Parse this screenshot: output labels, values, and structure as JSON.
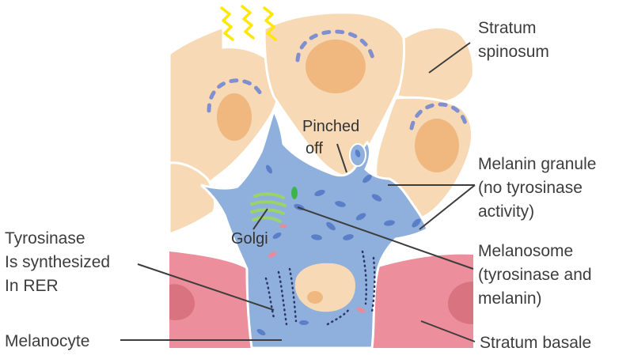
{
  "labels": {
    "stratum_spinosum": [
      "Stratum",
      "spinosum"
    ],
    "pinched_off": [
      "Pinched",
      "off"
    ],
    "melanin_granule": [
      "Melanin granule",
      "(no tyrosinase",
      "activity)"
    ],
    "golgi": [
      "Golgi"
    ],
    "tyrosinase": [
      "Tyrosinase",
      "Is synthesized",
      "In RER"
    ],
    "melanosome": [
      "Melanosome",
      "(tyrosinase and",
      "melanin)"
    ],
    "melanocyte": [
      "Melanocyte"
    ],
    "stratum_basale": [
      "Stratum basale"
    ]
  },
  "colors": {
    "keratinocyte_fill": "#f7d9b5",
    "nucleus_fill": "#f0b87e",
    "melanocyte_fill": "#8fb0dc",
    "melanocyte_edge": "#6f93c8",
    "granule": "#5a7ec7",
    "basal_fill": "#ec8e9b",
    "basal_nucleus": "#d9737f",
    "golgi": "#9ad36a",
    "uv": "#ffe800",
    "rer_dots": "#2e3567"
  },
  "icons": [
    "uv-ray-icon"
  ]
}
